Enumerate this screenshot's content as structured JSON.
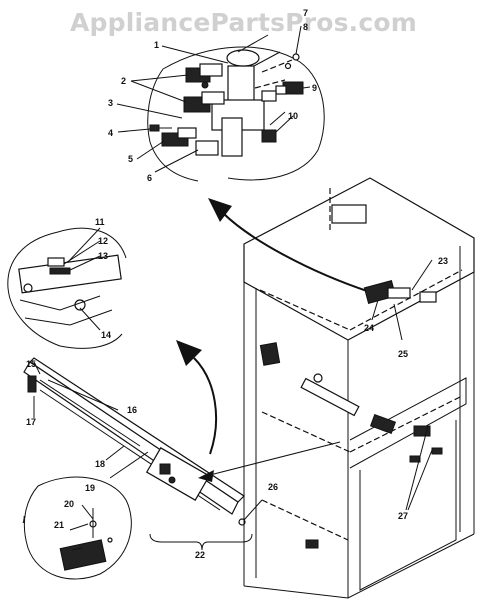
{
  "watermark": "AppliancePartsPros.com",
  "callouts": [
    {
      "id": "c1",
      "text": "1"
    },
    {
      "id": "c2",
      "text": "2"
    },
    {
      "id": "c3",
      "text": "3"
    },
    {
      "id": "c4",
      "text": "4"
    },
    {
      "id": "c5",
      "text": "5"
    },
    {
      "id": "c6",
      "text": "6"
    },
    {
      "id": "c7",
      "text": "7"
    },
    {
      "id": "c8",
      "text": "8"
    },
    {
      "id": "c9",
      "text": "9"
    },
    {
      "id": "c10",
      "text": "10"
    },
    {
      "id": "c11",
      "text": "11"
    },
    {
      "id": "c12",
      "text": "12"
    },
    {
      "id": "c13",
      "text": "13"
    },
    {
      "id": "c14",
      "text": "14"
    },
    {
      "id": "c15",
      "text": "15"
    },
    {
      "id": "c16",
      "text": "16"
    },
    {
      "id": "c17",
      "text": "17"
    },
    {
      "id": "c18",
      "text": "18"
    },
    {
      "id": "c19",
      "text": "19"
    },
    {
      "id": "c20",
      "text": "20"
    },
    {
      "id": "c21",
      "text": "21"
    },
    {
      "id": "c22",
      "text": "22"
    },
    {
      "id": "c23",
      "text": "23"
    },
    {
      "id": "c24",
      "text": "24"
    },
    {
      "id": "c25",
      "text": "25"
    },
    {
      "id": "c26",
      "text": "26"
    },
    {
      "id": "c27",
      "text": "27"
    }
  ],
  "detail_label": "I"
}
